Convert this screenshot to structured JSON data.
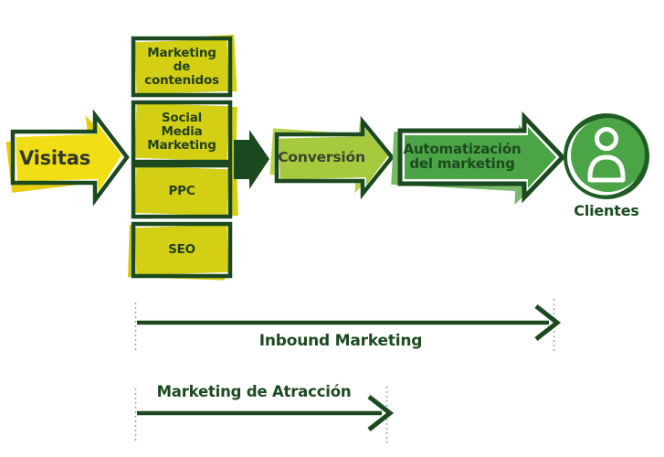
{
  "palette": {
    "dark_green": "#1c4a20",
    "ring_green": "#1e5c24",
    "yellow": "#f1de14",
    "yellow_shadow": "#e7cd0e",
    "yellow_green": "#d3cf14",
    "light_green": "#a7c93e",
    "light_green_shadow": "#b9d44e",
    "mid_green": "#4ba546",
    "mid_green_shadow": "#79b96a",
    "guide_gray": "#a5a5a5",
    "white": "#ffffff"
  },
  "diagram": {
    "visitas": {
      "label": "Visitas"
    },
    "channel_boxes": [
      {
        "lines": [
          "Marketing",
          "de",
          "contenidos"
        ]
      },
      {
        "lines": [
          "Social",
          "Media",
          "Marketing"
        ]
      },
      {
        "lines": [
          "PPC"
        ]
      },
      {
        "lines": [
          "SEO"
        ]
      }
    ],
    "conversion": {
      "label": "Conversión"
    },
    "automation": {
      "line1": "Automatización",
      "line2": "del marketing"
    },
    "clientes": {
      "label": "Clientes",
      "icon": "person-icon"
    },
    "spans": {
      "inbound_label": "Inbound Marketing",
      "atraccion_label": "Marketing de Atracción"
    }
  }
}
